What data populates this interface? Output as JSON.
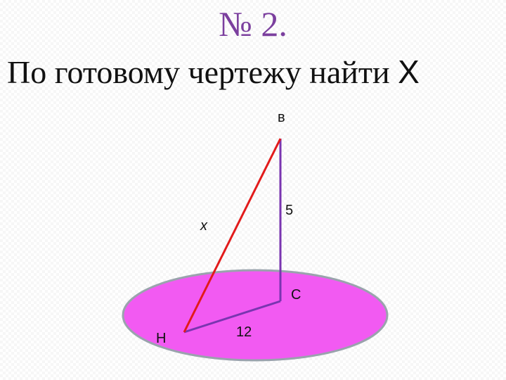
{
  "slide": {
    "number": "№ 2.",
    "title_text": "По готовому чертежу найти",
    "title_variable": "Х"
  },
  "diagram": {
    "points": {
      "B": "в",
      "C": "С",
      "H": "Н"
    },
    "segment_labels": {
      "BC": "5",
      "HC": "12",
      "BH": "x"
    },
    "colors": {
      "plane_fill": "#f25af2",
      "plane_stroke": "#9aa3ad",
      "hypotenuse": "#e21b1b",
      "legs": "#7a35b0",
      "slide_number": "#7b3f9e"
    }
  }
}
